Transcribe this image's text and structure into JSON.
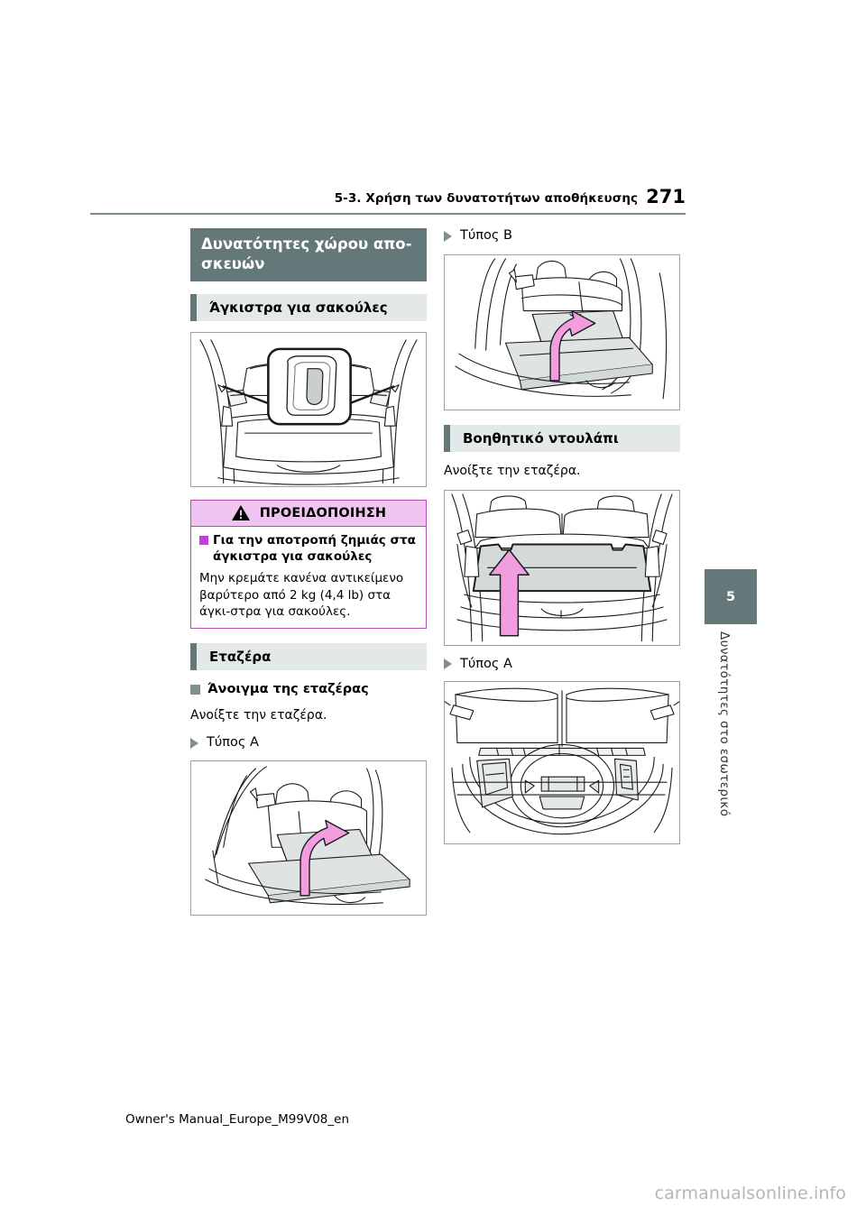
{
  "header": {
    "breadcrumb": "5-3. Χρήση των δυνατοτήτων αποθήκευσης",
    "page_number": "271"
  },
  "left_column": {
    "section_title": "Δυνατότητες χώρου απο-σκευών",
    "bag_hooks_title": "Άγκιστρα για σακούλες",
    "warning": {
      "title": "ΠΡΟΕΙΔΟΠΟΙΗΣΗ",
      "heading": "Για την αποτροπή ζημιάς στα άγκιστρα για σακούλες",
      "body": "Μην κρεμάτε κανένα αντικείμενο βαρύτερο από 2 kg (4,4 lb) στα άγκι-στρα για σακούλες."
    },
    "shelf_title": "Εταζέρα",
    "shelf_open_heading": "Άνοιγμα της εταζέρας",
    "shelf_open_text": "Ανοίξτε την εταζέρα.",
    "type_a_label": "Τύπος A"
  },
  "right_column": {
    "type_b_label": "Τύπος B",
    "aux_cabinet_title": "Βοηθητικό ντουλάπι",
    "aux_cabinet_text": "Ανοίξτε την εταζέρα.",
    "type_a_label": "Τύπος A"
  },
  "side_tab": {
    "chapter_number": "5",
    "chapter_title": "Δυνατότητες στο εσωτερικό"
  },
  "footer": {
    "manual_id": "Owner's Manual_Europe_M99V08_en",
    "watermark": "carmanualsonline.info"
  },
  "colors": {
    "accent_dark": "#647779",
    "accent_light": "#e3e9e9",
    "warning_border": "#b24fb2",
    "warning_fill": "#f0c4f0",
    "arrow_pink": "#f29de0",
    "panel_gray": "#d7dcdc"
  }
}
